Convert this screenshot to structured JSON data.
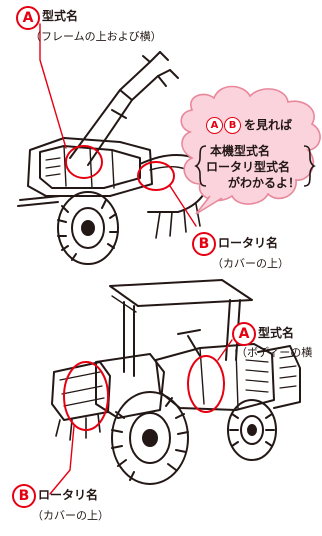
{
  "tiller": {
    "a_badge": "A",
    "a_label": "型式名",
    "a_sub": "（フレームの上および横）",
    "b_badge": "B",
    "b_label": "ロータリ名",
    "b_sub": "（カバーの上）"
  },
  "bubble": {
    "a_badge": "A",
    "b_badge": "B",
    "line1_suffix": "を見れば",
    "line2": "本機型式名",
    "line3": "ロータリ型式名",
    "line4": "がわかるよ！",
    "colors": {
      "fill": "#fbd3dc",
      "stroke": "#e8889a"
    }
  },
  "tractor": {
    "a_badge": "A",
    "a_label": "型式名",
    "a_sub": "（ボディーの横",
    "b_badge": "B",
    "b_label": "ロータリ名",
    "b_sub": "（カバーの上）"
  },
  "colors": {
    "accent": "#e60012",
    "ink": "#231815"
  }
}
